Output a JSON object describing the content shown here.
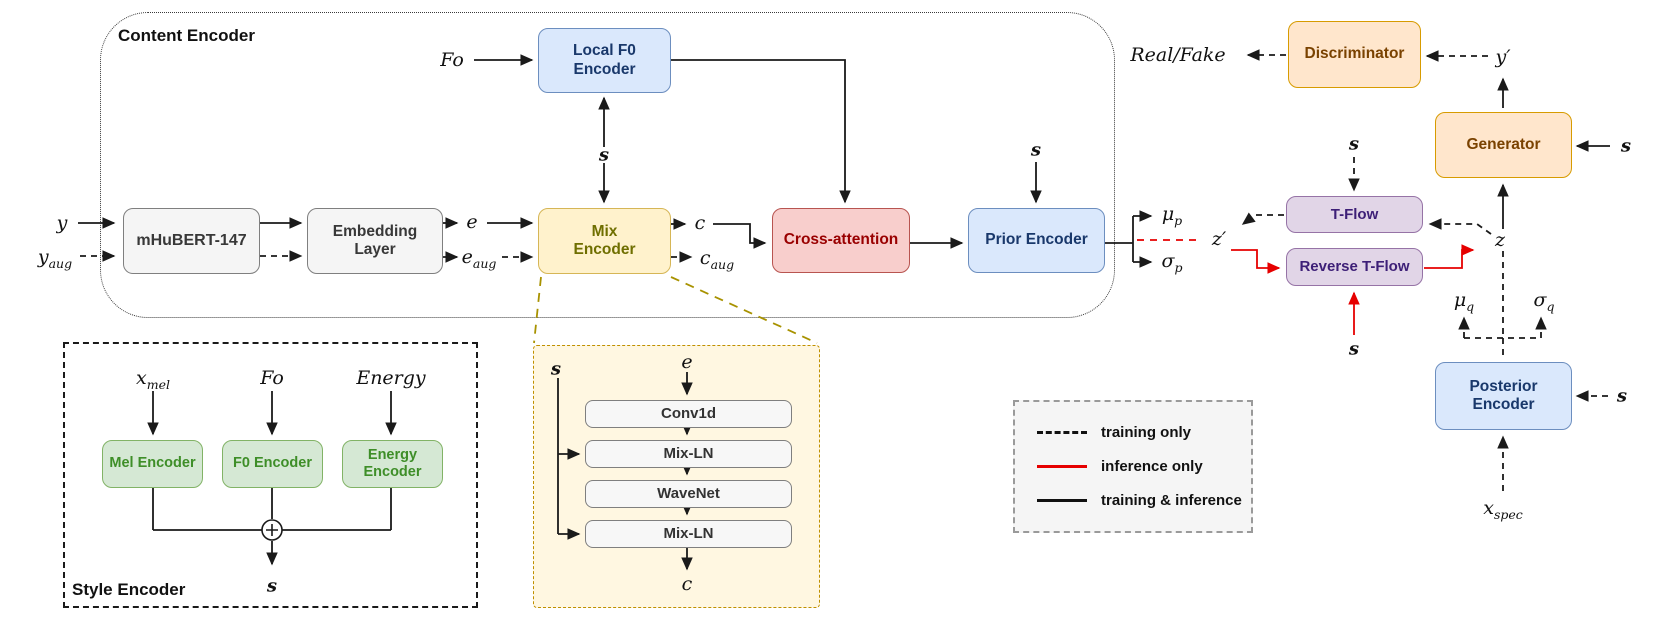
{
  "palette": {
    "blue_fill": "#dae8fc",
    "blue_border": "#6c8ebf",
    "blue_text": "#19386b",
    "gray_fill": "#f5f5f5",
    "gray_border": "#7f7f7f",
    "gray_text": "#383838",
    "yellow_fill": "#fff2cc",
    "yellow_border": "#d6b656",
    "yellow_text": "#6f6f00",
    "red_fill": "#f8cecc",
    "red_border": "#b85450",
    "red_text": "#990000",
    "orange_fill": "#ffe6cc",
    "orange_border": "#d79b00",
    "orange_text": "#7a4200",
    "purple_fill": "#e1d5e7",
    "purple_border": "#9673a6",
    "purple_text": "#3d1f77",
    "green_fill": "#d5e8d4",
    "green_border": "#82b366",
    "green_text": "#3e8e28",
    "edge_black": "#1a1a1a",
    "edge_red": "#e60000",
    "detail_border": "#bf9000"
  },
  "groups": {
    "content_encoder": {
      "label": "Content Encoder"
    },
    "style_encoder": {
      "label": "Style Encoder"
    }
  },
  "nodes": {
    "mhubert": {
      "label": "mHuBERT-147"
    },
    "embedding": {
      "label": "Embedding Layer"
    },
    "local_f0": {
      "label": "Local F0 Encoder"
    },
    "mix_encoder": {
      "label": "Mix Encoder"
    },
    "cross_attention": {
      "label": "Cross-attention"
    },
    "prior_encoder": {
      "label": "Prior Encoder"
    },
    "t_flow": {
      "label": "T-Flow"
    },
    "reverse_t_flow": {
      "label": "Reverse T-Flow"
    },
    "generator": {
      "label": "Generator"
    },
    "discriminator": {
      "label": "Discriminator"
    },
    "posterior_encoder": {
      "label": "Posterior Encoder"
    },
    "mel_encoder": {
      "label": "Mel Encoder"
    },
    "f0_encoder": {
      "label": "F0 Encoder"
    },
    "energy_encoder": {
      "label": "Energy Encoder"
    },
    "conv1d": {
      "label": "Conv1d"
    },
    "mix_ln_1": {
      "label": "Mix-LN"
    },
    "wavenet": {
      "label": "WaveNet"
    },
    "mix_ln_2": {
      "label": "Mix-LN"
    }
  },
  "labels": {
    "y": {
      "text": "y"
    },
    "y_aug": {
      "base": "y",
      "sub": "aug"
    },
    "e": {
      "text": "e"
    },
    "e_aug": {
      "base": "e",
      "sub": "aug"
    },
    "f0": {
      "text": "Fo"
    },
    "c": {
      "text": "c"
    },
    "c_aug": {
      "base": "c",
      "sub": "aug"
    },
    "s": {
      "text": "s"
    },
    "mu_p": {
      "base": "μ",
      "sub": "p"
    },
    "sigma_p": {
      "base": "σ",
      "sub": "p"
    },
    "mu_q": {
      "base": "μ",
      "sub": "q"
    },
    "sigma_q": {
      "base": "σ",
      "sub": "q"
    },
    "z_prime": {
      "text": "z′"
    },
    "z": {
      "text": "z"
    },
    "y_prime": {
      "text": "y′"
    },
    "real_fake": {
      "text": "Real/Fake"
    },
    "x_mel": {
      "base": "x",
      "sub": "mel"
    },
    "x_spec": {
      "base": "x",
      "sub": "spec"
    },
    "energy": {
      "text": "Energy"
    }
  },
  "icons": {
    "sum": "circled-plus"
  },
  "legend": {
    "items": [
      {
        "label": "training only",
        "line": "dashed-black"
      },
      {
        "label": "inference only",
        "line": "solid-red"
      },
      {
        "label": "training & inference",
        "line": "solid-black"
      }
    ]
  }
}
